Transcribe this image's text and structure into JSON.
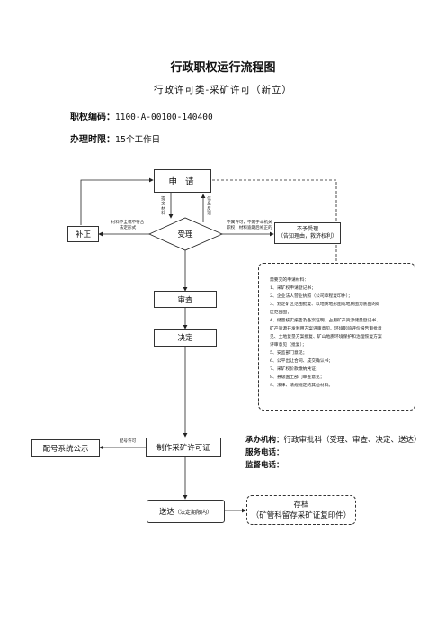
{
  "title": "行政职权运行流程图",
  "subtitle": "行政许可类-采矿许可（新立）",
  "meta": {
    "code_label": "职权编码：",
    "code_value": "1100-A-00100-140400",
    "time_label": "办理时限：",
    "time_value": "15个工作日"
  },
  "nodes": {
    "apply": "申 请",
    "accept": "受理",
    "supplement": "补正",
    "reject": "不予受理",
    "reject_note": "（告知理由，救济权利）",
    "review": "审查",
    "decide": "决定",
    "issue": "制作采矿许可证",
    "config": "配号系统公示",
    "deliver": "送达",
    "deliver_note": "（法定期限内）",
    "archive": "存档",
    "archive_note": "（矿管科留存采矿证复印件）"
  },
  "edge_labels": {
    "submit_materials": "提交材料",
    "info_feedback": "信息反馈",
    "incomplete_line1": "材料不全或不符合",
    "incomplete_line2": "法定形式",
    "not_accept_line1": "不属许可，不属于本机关",
    "not_accept_line2": "职权，材料逾期后补正的",
    "number_license": "配号许可"
  },
  "materials": {
    "heading": "需要交的申请材料：",
    "items": [
      "1、采矿权申请登记书；",
      "2、企业法人营业执照（公司章程复印件）；",
      "3、划定矿区范围批复、以地质地形图或地质图为底图的矿",
      "区范围图；",
      "4、储量核实报告及备案证明、占用矿产资源储量登记书、",
      "矿产资源开发利用方案评审意见、环境影响评价报告审批意",
      "见、土地复垦方案批复、矿山地质环境保护和治理恢复方案",
      "评审意见（批复）；",
      "5、安监部门意见；",
      "6、公平出让合同、成交确认书；",
      "7、采矿权价款缴纳凭证；",
      "8、县级国土部门审查意见；",
      "9、法律、法规规定的其他材料。"
    ]
  },
  "agency": {
    "org_label": "承办机构：",
    "org_value": "行政审批科（受理、审查、决定、送达）",
    "phone_label": "服务电话：",
    "supervise_label": "监督电话："
  }
}
